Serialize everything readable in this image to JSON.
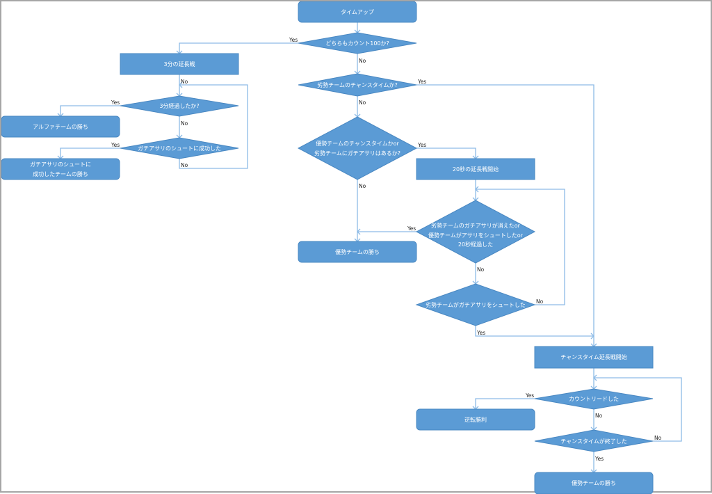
{
  "flowchart": {
    "colors": {
      "node_fill": "#5b9bd5",
      "connector": "#8dbbe6",
      "label_text": "#ffffff",
      "edge_text": "#222222"
    },
    "nodes": {
      "timeup": {
        "type": "terminal",
        "text": [
          "タイムアップ"
        ]
      },
      "count100": {
        "type": "decision",
        "text": [
          "どちらもカウント100か?"
        ]
      },
      "ot3min": {
        "type": "process",
        "text": [
          "3分の延長戦"
        ]
      },
      "elapsed3": {
        "type": "decision",
        "text": [
          "3分経過したか?"
        ]
      },
      "alpha_win": {
        "type": "terminal",
        "text": [
          "アルファチームの勝ち"
        ]
      },
      "shoot_success": {
        "type": "decision",
        "text": [
          "ガチアサリのシュートに成功した"
        ]
      },
      "shoot_team_win": {
        "type": "terminal",
        "text": [
          "ガチアサリのシュートに",
          "成功したチームの勝ち"
        ]
      },
      "weak_chance": {
        "type": "decision",
        "text": [
          "劣勢チームのチャンスタイムか?"
        ]
      },
      "strong_chance_or_weak_clam": {
        "type": "decision",
        "text": [
          "優勢チームのチャンスタイムかor",
          "劣勢チームにガチアサリはあるか?"
        ]
      },
      "strong_win_1": {
        "type": "terminal",
        "text": [
          "優勢チームの勝ち"
        ]
      },
      "ot20": {
        "type": "process",
        "text": [
          "20秒の延長戦開始"
        ]
      },
      "cond20": {
        "type": "decision",
        "text": [
          "劣勢チームのガチアサリが消えたor",
          "優勢チームがアサリをシュートしたor",
          "20秒経過した"
        ]
      },
      "weak_shoot": {
        "type": "decision",
        "text": [
          "劣勢チームがガチアサリをシュートした"
        ]
      },
      "chance_ot": {
        "type": "process",
        "text": [
          "チャンスタイム延長戦開始"
        ]
      },
      "count_lead": {
        "type": "decision",
        "text": [
          "カウントリードした"
        ]
      },
      "comeback_win": {
        "type": "terminal",
        "text": [
          "逆転勝利"
        ]
      },
      "chance_end": {
        "type": "decision",
        "text": [
          "チャンスタイムが終了した"
        ]
      },
      "strong_win_2": {
        "type": "terminal",
        "text": [
          "優勢チームの勝ち"
        ]
      }
    },
    "edges": {
      "count100_yes": "Yes",
      "count100_no": "No",
      "ot3min_no": "No",
      "elapsed3_yes": "Yes",
      "elapsed3_no": "No",
      "shoot_success_yes": "Yes",
      "shoot_success_no": "No",
      "weak_chance_yes": "Yes",
      "weak_chance_no": "No",
      "strong_chance_yes": "Yes",
      "strong_chance_no": "No",
      "cond20_yes": "Yes",
      "cond20_no": "No",
      "weak_shoot_no": "No",
      "weak_shoot_yes": "Yes",
      "count_lead_yes": "Yes",
      "count_lead_no": "No",
      "chance_end_no": "No",
      "chance_end_yes": "Yes"
    }
  }
}
